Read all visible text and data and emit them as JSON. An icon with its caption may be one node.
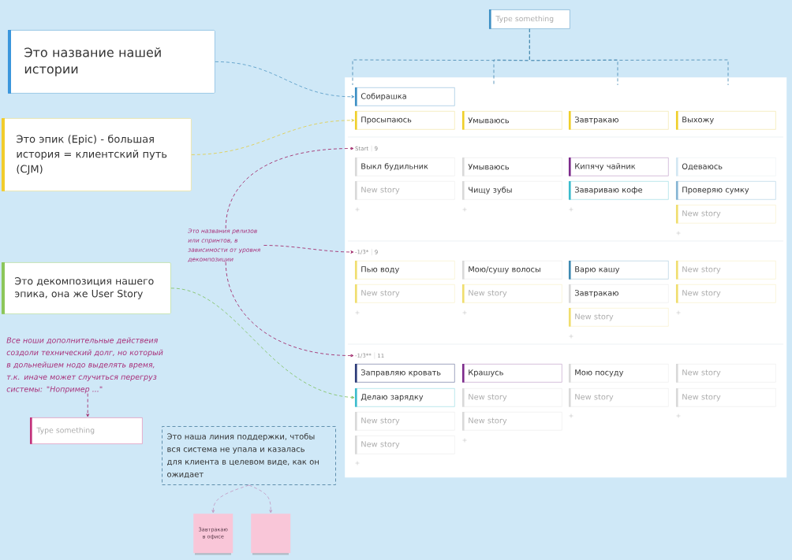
{
  "diagram": {
    "nodes": [
      {
        "text": [
          "Это название нашей истории"
        ]
      },
      {
        "text": [
          "Type something"
        ]
      },
      {
        "text": [],
        "shape": "box"
      },
      {
        "text": [
          "Собирашка"
        ],
        "in": 2
      },
      {
        "text": [
          "Просыпаюсь"
        ],
        "in": 2
      },
      {
        "text": [
          "Умываюсь"
        ],
        "in": 2
      },
      {
        "text": [
          "Завтракаю"
        ],
        "in": 2
      },
      {
        "text": [
          "Выхожу"
        ],
        "in": 2
      },
      {
        "text": [
          "Start"
        ],
        "beside": [
          "9"
        ],
        "in": 2
      },
      {
        "text": [
          "Выкл будильник"
        ],
        "in": 2
      },
      {
        "text": [
          "Умываюсь"
        ],
        "in": 2
      },
      {
        "text": [
          "Кипячу чайник"
        ],
        "in": 2
      },
      {
        "text": [
          "Одеваюсь"
        ],
        "in": 2
      },
      {
        "text": [
          "New story"
        ],
        "in": 2
      },
      {
        "text": [
          "Чищу зубы"
        ],
        "in": 2
      },
      {
        "text": [
          "Завариваю кофе"
        ],
        "in": 2
      },
      {
        "text": [
          "Проверяю сумку"
        ],
        "in": 2
      },
      {
        "text": [
          "New story"
        ],
        "in": 2
      },
      {
        "text": [
          "-1/3*"
        ],
        "beside": [
          "9"
        ],
        "in": 2
      },
      {
        "text": [
          "Пью воду"
        ],
        "in": 2
      },
      {
        "text": [
          "Мою/сушу волосы"
        ],
        "in": 2
      },
      {
        "text": [
          "Варю кашу"
        ],
        "in": 2
      },
      {
        "text": [
          "New story"
        ],
        "in": 2
      },
      {
        "text": [
          "New story"
        ],
        "in": 2
      },
      {
        "text": [
          "New story"
        ],
        "in": 2
      },
      {
        "text": [
          "Завтракаю"
        ],
        "in": 2
      },
      {
        "text": [
          "New story"
        ],
        "in": 2
      },
      {
        "text": [
          "New story"
        ],
        "in": 2
      },
      {
        "text": [
          "-1/3**"
        ],
        "beside": [
          "11"
        ],
        "in": 2
      },
      {
        "text": [
          "Заправляю кровать"
        ],
        "in": 2
      },
      {
        "text": [
          "Крашусь"
        ],
        "in": 2
      },
      {
        "text": [
          "Мою посуду"
        ],
        "in": 2
      },
      {
        "text": [
          "New story"
        ],
        "in": 2
      },
      {
        "text": [
          "Делаю зарядку"
        ],
        "in": 2
      },
      {
        "text": [
          "New story"
        ],
        "in": 2
      },
      {
        "text": [
          "New story"
        ],
        "in": 2
      },
      {
        "text": [
          "New story"
        ],
        "in": 2
      },
      {
        "text": [
          "New story"
        ],
        "in": 2
      },
      {
        "text": [
          "New story"
        ],
        "in": 2
      },
      {
        "text": [
          "New story"
        ],
        "in": 2
      },
      {
        "text": [
          "Это эпик (Epic) - большая история = клиентский путь (CJM)"
        ]
      },
      {
        "text": [
          "Это названия релизов или спринтов, в зависимости от уровня декомпозиции"
        ]
      },
      {
        "text": [
          "Это декомпозиция нашего эпика, она же User Story"
        ]
      },
      {
        "text": [
          "Все ноши дополнительные действеия создоли технический долг, но который в дольнейшем нодо выделять время, т.к. иначе может случиться перегруз системы: \"Нопример ...\""
        ]
      },
      {
        "text": [
          "Type something"
        ]
      },
      {
        "text": [
          "Это наша линия поддержки, чтобы вся система не упала и казалась для клиента в целевом виде, как он ожидает"
        ]
      },
      {
        "text": [
          "Завтракаю в офисе"
        ]
      },
      {
        "text": [],
        "shape": "box"
      }
    ],
    "edges": [
      {
        "from": 0,
        "to": 3,
        "arrow": "to",
        "style": "dashed",
        "color": "#5d9fc8"
      },
      {
        "from": 1,
        "to": 3,
        "arrow": "none",
        "style": "dashed",
        "color": "#4f8fb6"
      },
      {
        "from": 1,
        "to": 2,
        "arrow": "none",
        "style": "dashed",
        "color": "#4f8fb6"
      },
      {
        "from": 1,
        "to": 2,
        "arrow": "none",
        "style": "dashed",
        "color": "#4f8fb6"
      },
      {
        "from": 1,
        "to": 2,
        "arrow": "none",
        "style": "dashed",
        "color": "#4f8fb6"
      },
      {
        "from": 40,
        "to": 4,
        "arrow": "to",
        "style": "dashed",
        "color": "#e0cf55"
      },
      {
        "from": 41,
        "to": 8,
        "arrow": "to",
        "style": "dashed",
        "color": "#a3306f"
      },
      {
        "from": 41,
        "to": 18,
        "arrow": "to",
        "style": "dashed",
        "color": "#a3306f"
      },
      {
        "from": 41,
        "to": 28,
        "arrow": "to",
        "style": "dashed",
        "color": "#a3306f"
      },
      {
        "from": 42,
        "to": 33,
        "arrow": "to",
        "style": "dashed",
        "color": "#86c46c"
      },
      {
        "from": 43,
        "to": 44,
        "arrow": "to",
        "style": "dashed",
        "color": "#a3306f"
      },
      {
        "from": 45,
        "to": 46,
        "arrow": "to",
        "style": "dashed",
        "color": "#c39fc6"
      },
      {
        "from": 45,
        "to": 47,
        "arrow": "to",
        "style": "dashed",
        "color": "#c39fc6"
      }
    ]
  }
}
